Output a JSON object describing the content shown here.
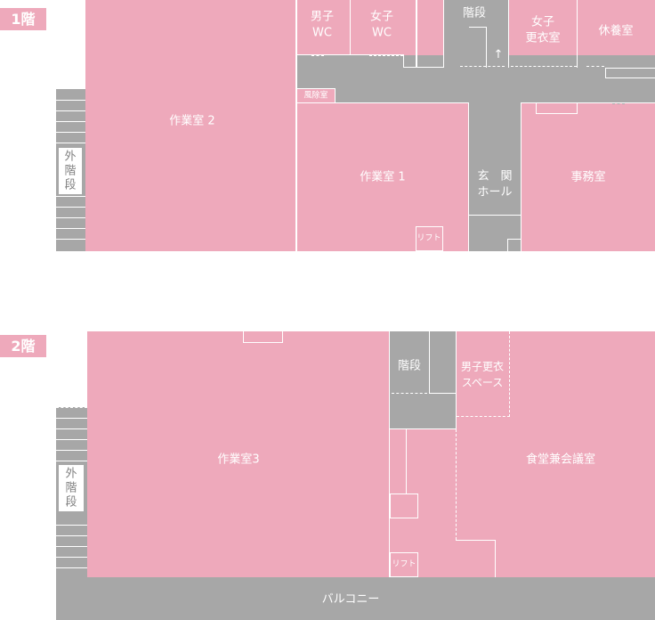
{
  "floor1": {
    "tag": "1階",
    "rooms": {
      "workroom2": "作業室 2",
      "workroom1": "作業室 1",
      "mens_wc_1": "男子",
      "mens_wc_2": "WC",
      "womens_wc_1": "女子",
      "womens_wc_2": "WC",
      "stairs": "階段",
      "womens_changing_1": "女子",
      "womens_changing_2": "更衣室",
      "break_room": "休養室",
      "windbreak": "風除室",
      "entrance_1": "玄　関",
      "entrance_2": "ホール",
      "office": "事務室",
      "lift": "リフト",
      "external_stairs": [
        "外",
        "階",
        "段"
      ]
    },
    "arrow": "↑"
  },
  "floor2": {
    "tag": "2階",
    "rooms": {
      "workroom3": "作業室3",
      "stairs": "階段",
      "mens_changing_1": "男子更衣",
      "mens_changing_2": "スペース",
      "cafeteria": "食堂兼会議室",
      "lift": "リフト",
      "balcony": "バルコニー",
      "external_stairs": [
        "外",
        "階",
        "段"
      ]
    }
  },
  "colors": {
    "room": "#eea9bb",
    "corridor": "#a7a7a7",
    "wall": "#ffffff"
  }
}
